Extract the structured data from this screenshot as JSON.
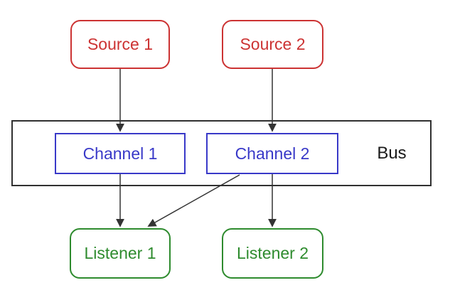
{
  "diagram": {
    "nodes": {
      "source1": {
        "label": "Source 1",
        "type": "source"
      },
      "source2": {
        "label": "Source 2",
        "type": "source"
      },
      "channel1": {
        "label": "Channel 1",
        "type": "channel"
      },
      "channel2": {
        "label": "Channel 2",
        "type": "channel"
      },
      "bus": {
        "label": "Bus",
        "type": "container"
      },
      "listener1": {
        "label": "Listener 1",
        "type": "listener"
      },
      "listener2": {
        "label": "Listener 2",
        "type": "listener"
      }
    },
    "edges": [
      {
        "from": "Source 1",
        "to": "Channel 1"
      },
      {
        "from": "Source 2",
        "to": "Channel 2"
      },
      {
        "from": "Channel 1",
        "to": "Listener 1"
      },
      {
        "from": "Channel 2",
        "to": "Listener 1"
      },
      {
        "from": "Channel 2",
        "to": "Listener 2"
      }
    ],
    "colors": {
      "source": "#cc3333",
      "channel": "#3939c8",
      "listener": "#2e8b2e",
      "busBorder": "#303030",
      "edge": "#333333",
      "background": "#ffffff"
    }
  }
}
